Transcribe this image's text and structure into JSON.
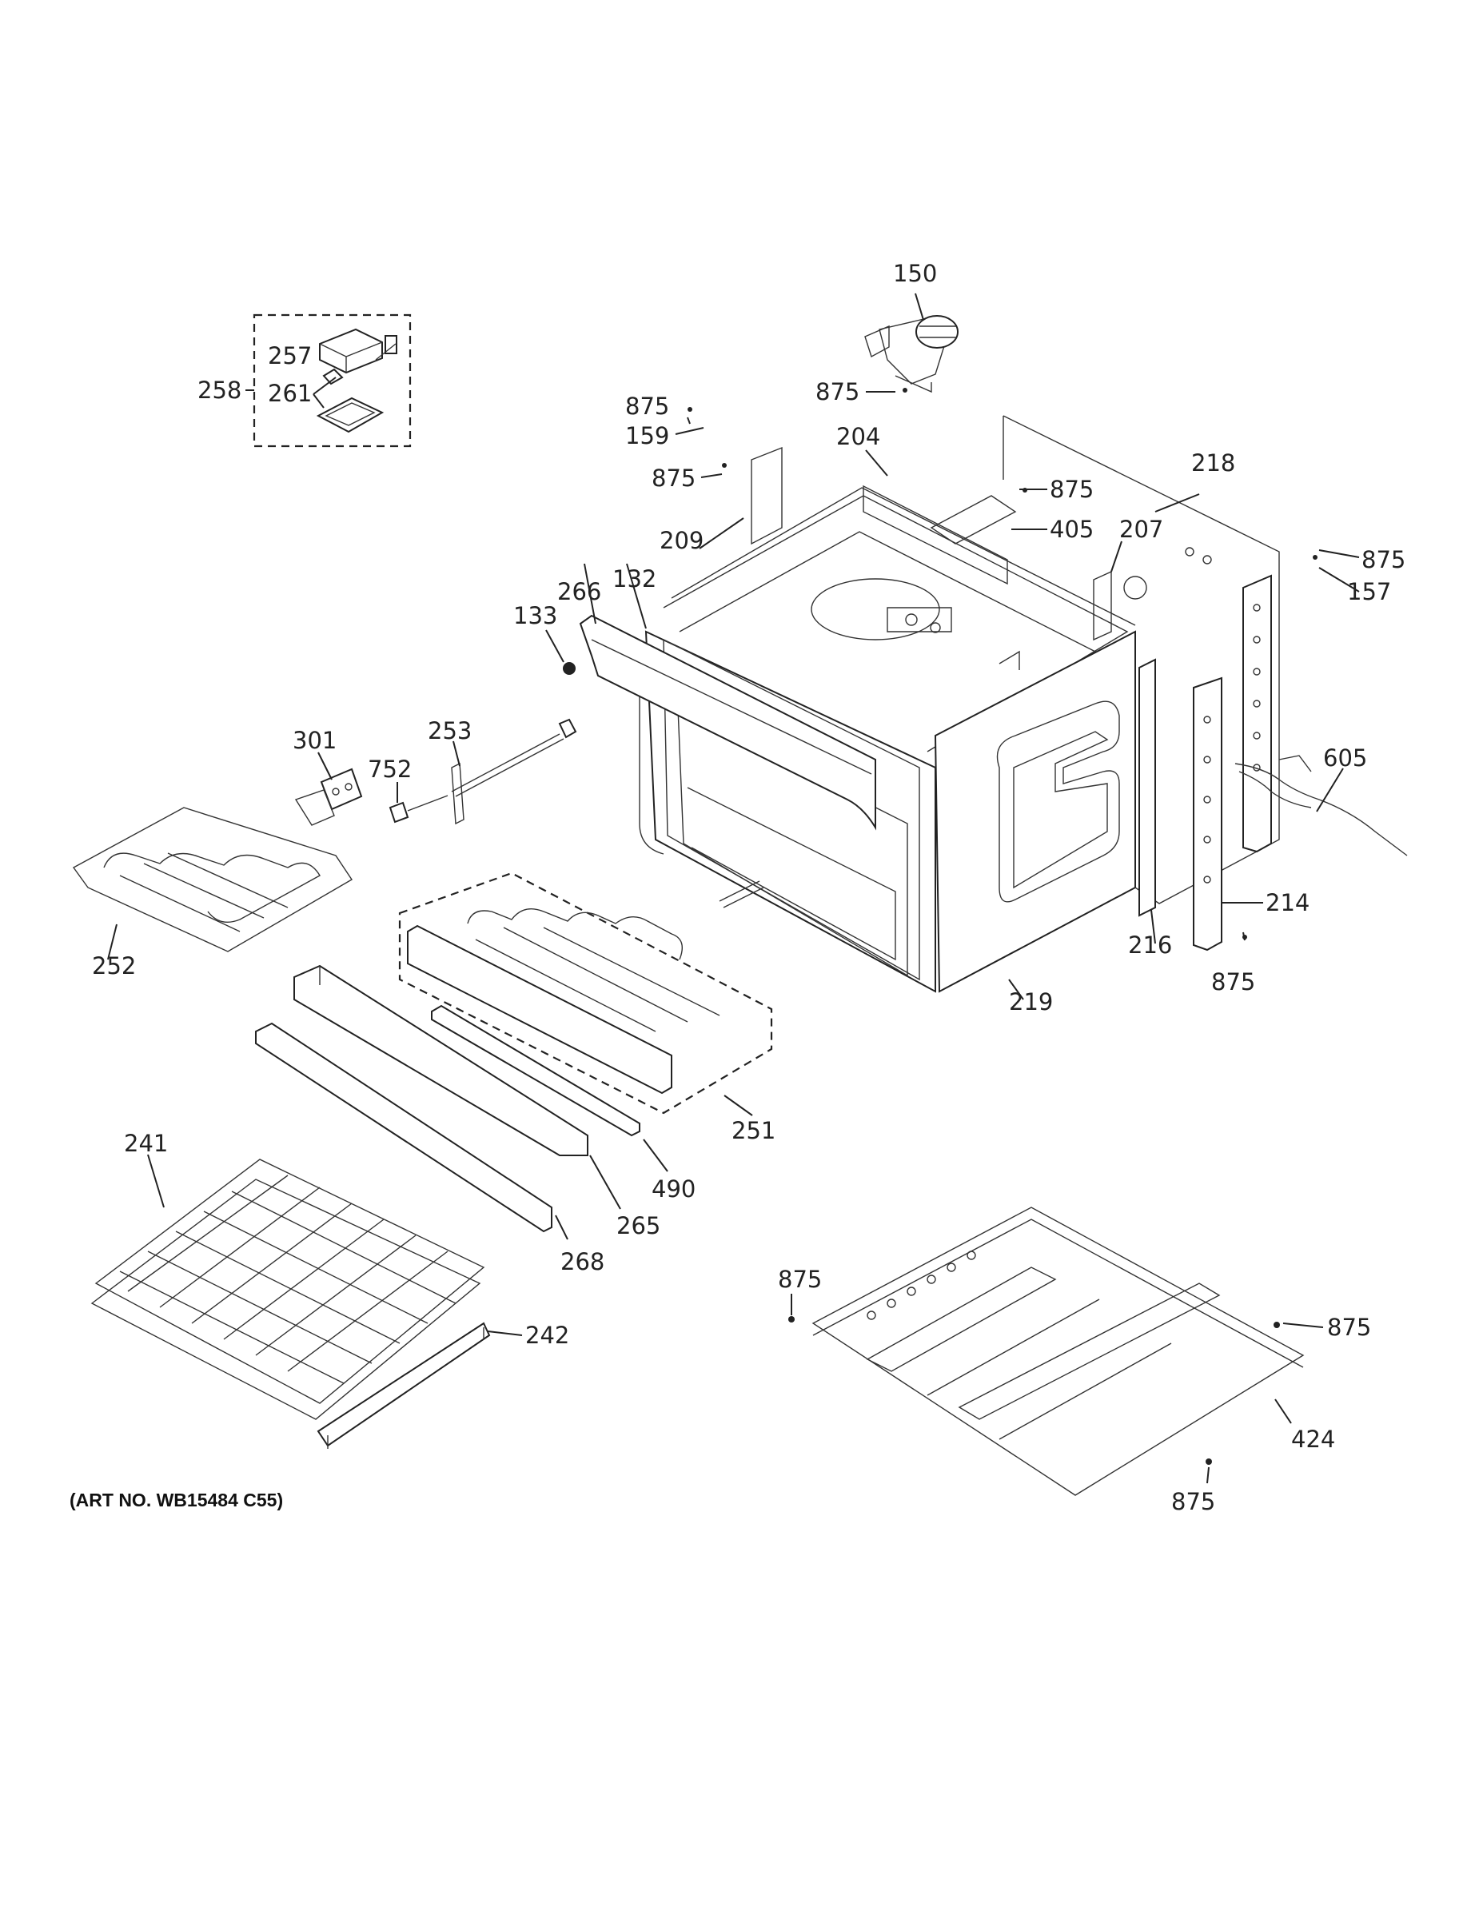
{
  "diagram": {
    "caption": "(ART NO. WB15484 C55)",
    "callouts": {
      "p150": "150",
      "p875_motor": "875",
      "p875_bracket": "875",
      "p159": "159",
      "p204": "204",
      "p875_left": "875",
      "p209": "209",
      "p875_top": "875",
      "p405": "405",
      "p218": "218",
      "p207": "207",
      "p875_right": "875",
      "p157": "157",
      "p257": "257",
      "p258": "258",
      "p261": "261",
      "p266": "266",
      "p132": "132",
      "p133": "133",
      "p301": "301",
      "p253": "253",
      "p752": "752",
      "p605": "605",
      "p252": "252",
      "p214": "214",
      "p216": "216",
      "p875_side": "875",
      "p219": "219",
      "p251": "251",
      "p241": "241",
      "p490": "490",
      "p265": "265",
      "p268": "268",
      "p242": "242",
      "p875_bl": "875",
      "p875_br": "875",
      "p424": "424",
      "p875_bottom": "875"
    }
  }
}
